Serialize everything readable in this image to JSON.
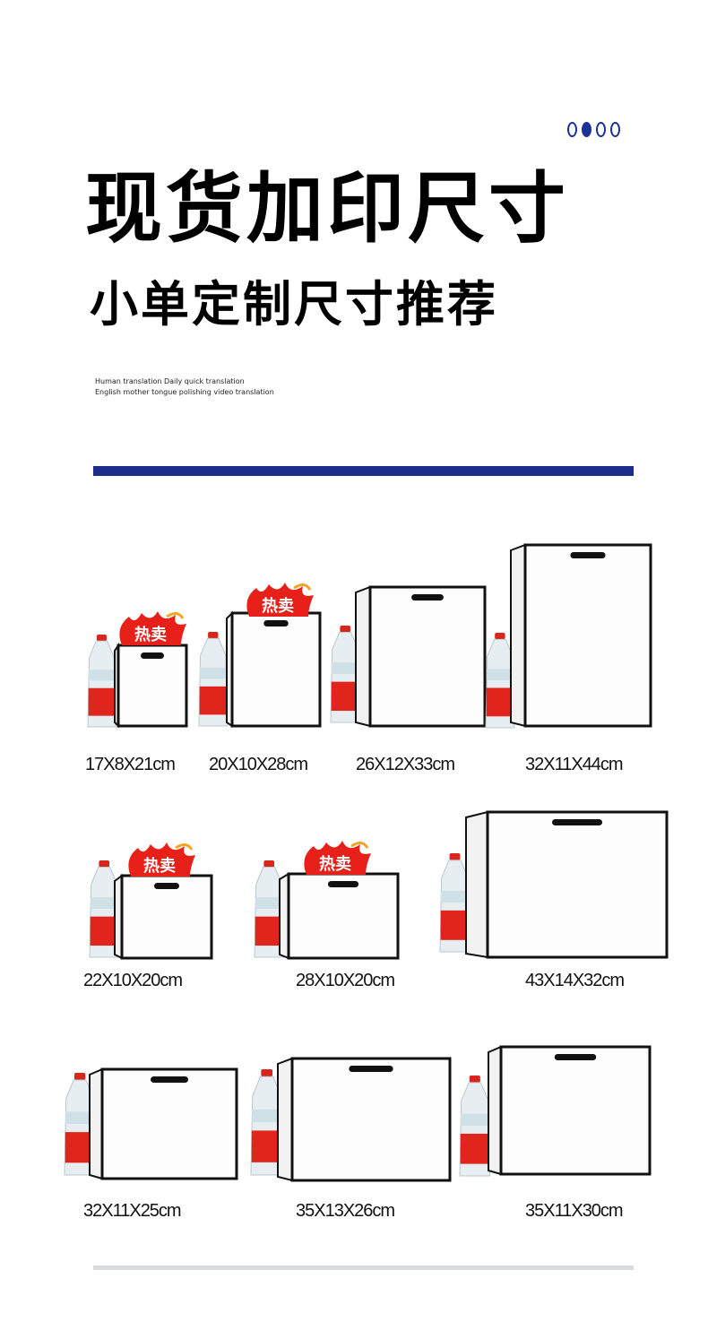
{
  "pagination": {
    "total": 4,
    "active": 2
  },
  "title": "现货加印尺寸",
  "subtitle": "小单定制尺寸推荐",
  "english_lines": [
    "Human translation Daily quick translation",
    "English mother tongue polishing video translation"
  ],
  "badge_label": "热卖",
  "products": [
    {
      "size": "17X8X21cm",
      "hot": true
    },
    {
      "size": "20X10X28cm",
      "hot": true
    },
    {
      "size": "26X12X33cm",
      "hot": false
    },
    {
      "size": "32X11X44cm",
      "hot": false
    },
    {
      "size": "22X10X20cm",
      "hot": true
    },
    {
      "size": "28X10X20cm",
      "hot": true
    },
    {
      "size": "43X14X32cm",
      "hot": false
    },
    {
      "size": "32X11X25cm",
      "hot": false
    },
    {
      "size": "35X13X26cm",
      "hot": false
    },
    {
      "size": "35X11X30cm",
      "hot": false
    }
  ],
  "colors": {
    "accent": "#1c2d8c",
    "badge_red": "#e8201a",
    "bottle_red": "#e0251c"
  }
}
